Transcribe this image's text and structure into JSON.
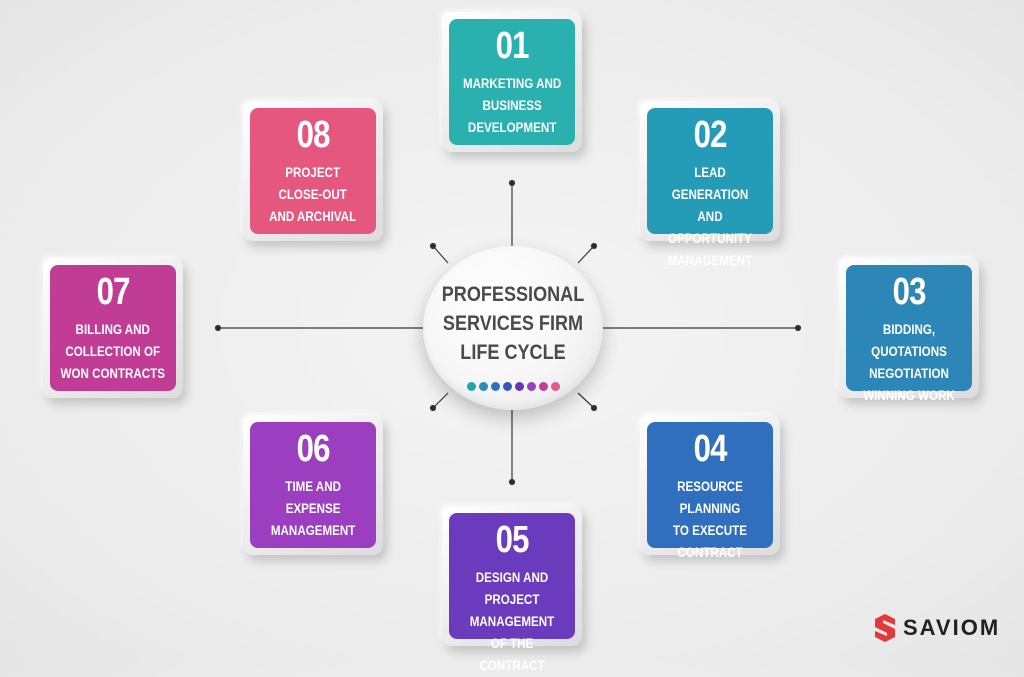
{
  "center": {
    "title": "PROFESSIONAL\nSERVICES FIRM\nLIFE CYCLE",
    "dot_colors": [
      "#1fa7a6",
      "#2a8fb5",
      "#2a73c0",
      "#3b55b8",
      "#6a36b6",
      "#9a3fbf",
      "#c13f9a",
      "#e4588a"
    ]
  },
  "stages": [
    {
      "number": "01",
      "label": "MARKETING AND\nBUSINESS\nDEVELOPMENT",
      "color": "#2bb0b0"
    },
    {
      "number": "02",
      "label": "LEAD GENERATION\nAND OPPORTUNITY\nMANAGEMENT",
      "color": "#259cb7"
    },
    {
      "number": "03",
      "label": "BIDDING, QUOTATIONS\nNEGOTIATION\nWINNING WORK",
      "color": "#2d86b8"
    },
    {
      "number": "04",
      "label": "RESOURCE PLANNING\nTO EXECUTE\nCONTRACT",
      "color": "#2f6fbe"
    },
    {
      "number": "05",
      "label": "DESIGN AND PROJECT\nMANAGEMENT\nOF THE CONTRACT",
      "color": "#6a3bbd"
    },
    {
      "number": "06",
      "label": "TIME AND\nEXPENSE\nMANAGEMENT",
      "color": "#9b3fc0"
    },
    {
      "number": "07",
      "label": "BILLING AND\nCOLLECTION OF\nWON CONTRACTS",
      "color": "#c13d95"
    },
    {
      "number": "08",
      "label": "PROJECT\nCLOSE-OUT\nAND ARCHIVAL",
      "color": "#e5577e"
    }
  ],
  "logo": {
    "text": "SAVIOM",
    "mark_color": "#e23a3a"
  }
}
